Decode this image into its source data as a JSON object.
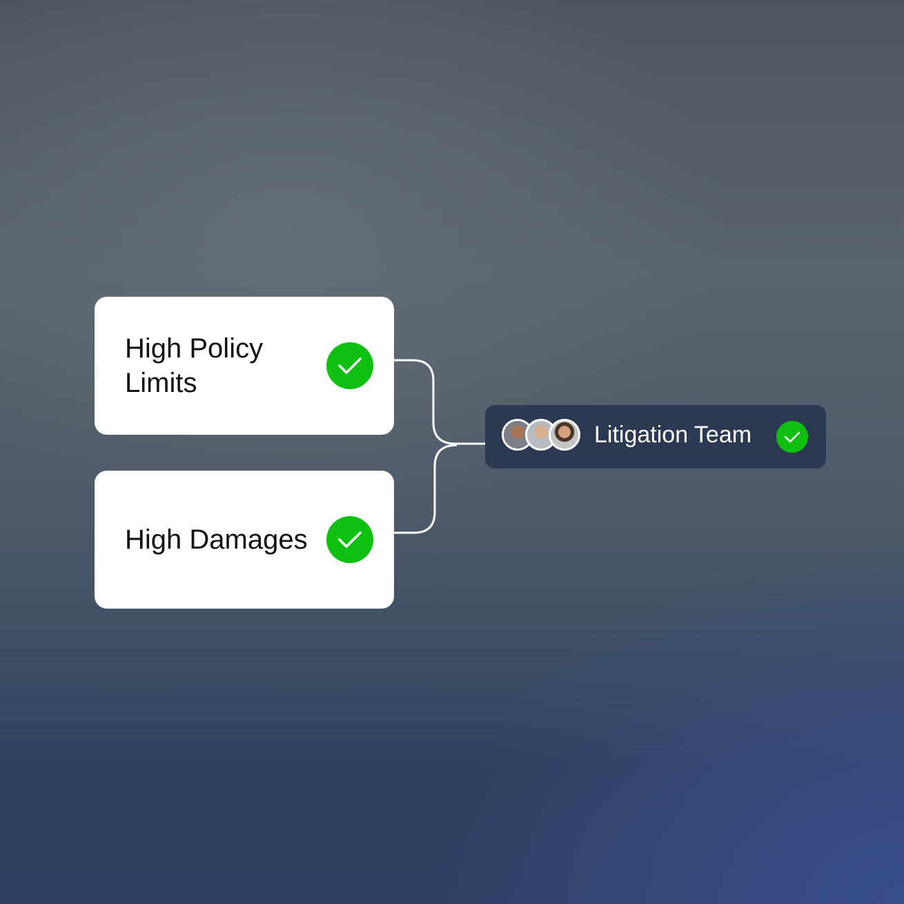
{
  "conditions": [
    {
      "label": "High Policy Limits",
      "status": "checked"
    },
    {
      "label": "High Damages",
      "status": "checked"
    }
  ],
  "target": {
    "label": "Litigation Team",
    "status": "checked",
    "avatars": [
      "team-member-1",
      "team-member-2",
      "team-member-3"
    ]
  },
  "colors": {
    "check": "#10c010",
    "team_bg": "#2b3a52",
    "card_bg": "#ffffff"
  }
}
